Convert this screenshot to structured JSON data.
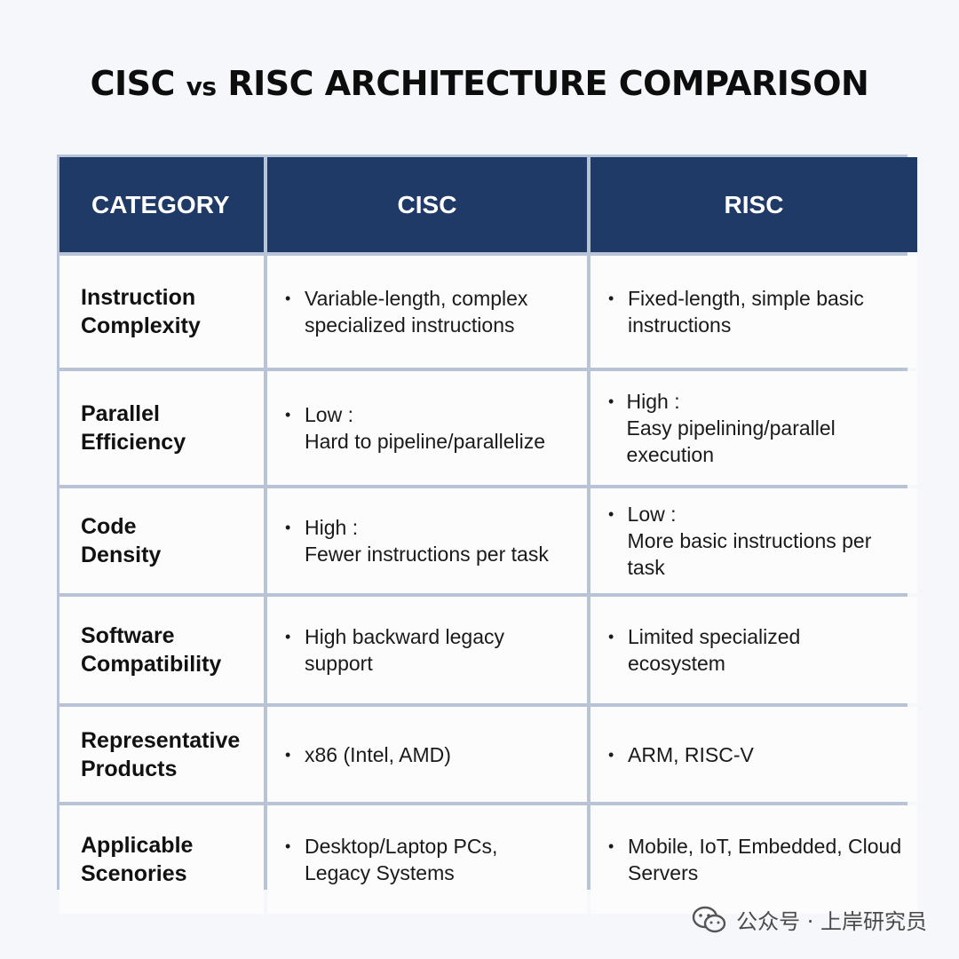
{
  "title": {
    "part1": "CISC",
    "vs": "vs",
    "part2": "RISC ARCHITECTURE COMPARISON"
  },
  "table": {
    "headers": [
      "CATEGORY",
      "CISC",
      "RISC"
    ],
    "rows": [
      {
        "category": [
          "Instruction",
          "Complexity"
        ],
        "cisc": [
          "Variable-length, complex",
          "specialized instructions"
        ],
        "risc": [
          "Fixed-length, simple basic",
          "instructions"
        ]
      },
      {
        "category": [
          "Parallel",
          "Efficiency"
        ],
        "cisc": [
          "Low :",
          "Hard to pipeline/parallelize"
        ],
        "risc": [
          "High :",
          "Easy pipelining/parallel execution"
        ]
      },
      {
        "category": [
          "Code",
          "Density"
        ],
        "cisc": [
          "High :",
          "Fewer instructions per task"
        ],
        "risc": [
          "Low :",
          "More basic instructions per task"
        ]
      },
      {
        "category": [
          "Software",
          "Compatibility"
        ],
        "cisc": [
          "High backward legacy",
          "support"
        ],
        "risc": [
          "Limited specialized",
          "ecosystem"
        ]
      },
      {
        "category": [
          "Representative",
          "Products"
        ],
        "cisc": [
          "x86 (Intel, AMD)"
        ],
        "risc": [
          "ARM, RISC-V"
        ]
      },
      {
        "category": [
          "Applicable",
          "Scenories"
        ],
        "cisc": [
          "Desktop/Laptop PCs,",
          "Legacy Systems"
        ],
        "risc": [
          "Mobile, IoT, Embedded, Cloud",
          "Servers"
        ]
      }
    ]
  },
  "watermark": {
    "icon": "wechat-icon",
    "text": "公众号 · 上岸研究员"
  },
  "colors": {
    "header_bg": "#1f3a66",
    "grid_line": "#b9c3d6",
    "page_bg": "#f6f7fa"
  }
}
